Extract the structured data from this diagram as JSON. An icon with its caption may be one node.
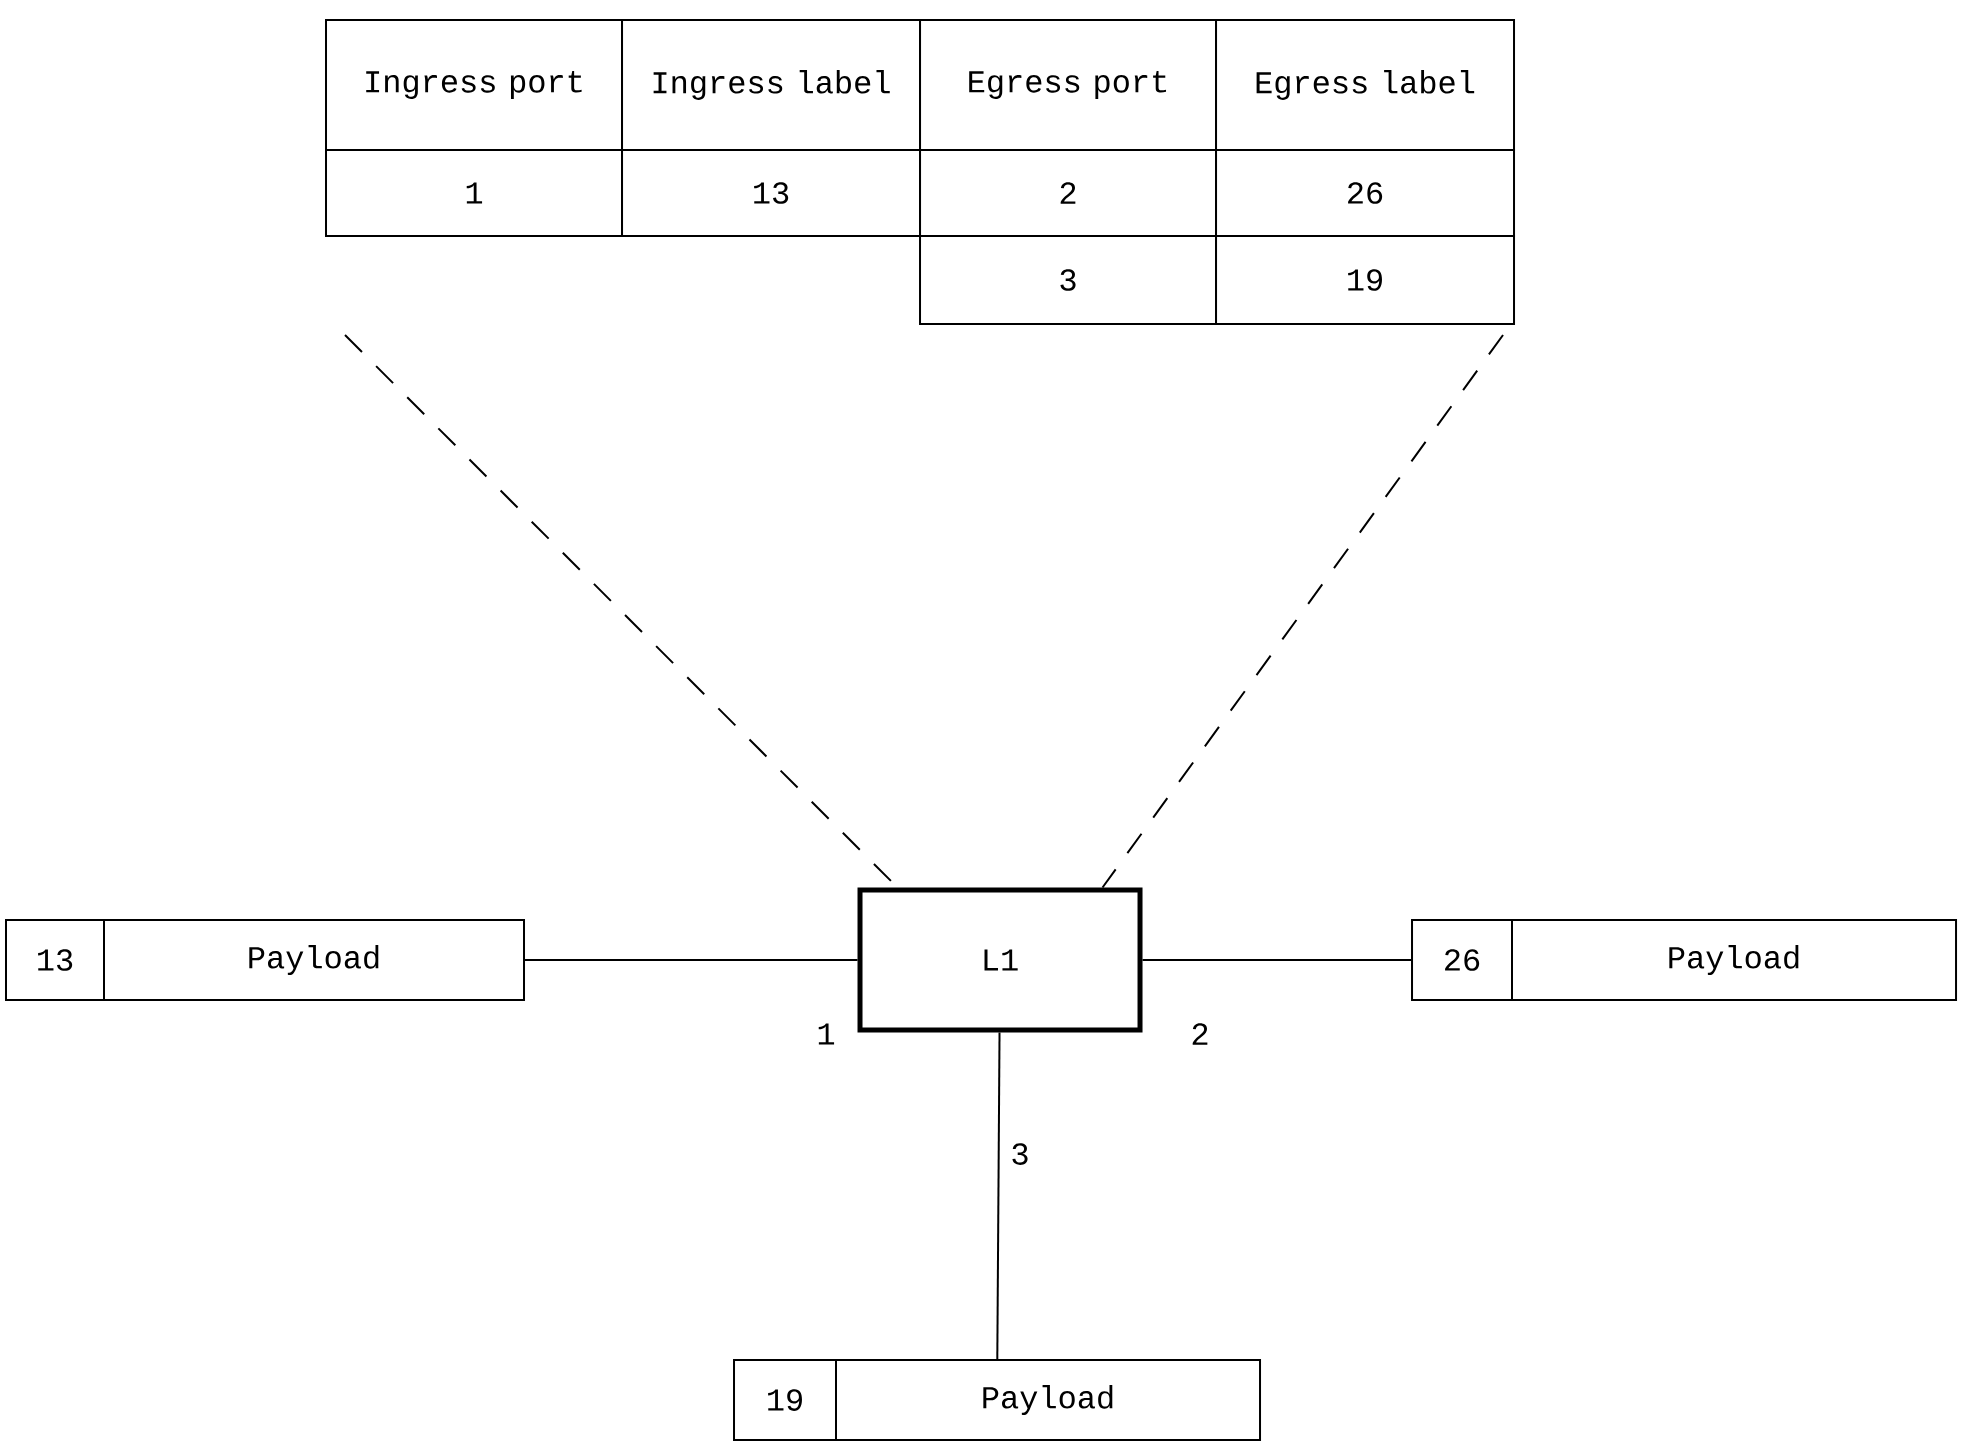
{
  "diagram": {
    "nodes": [
      {
        "text": [
          "Ingress port",
          "Ingress label",
          "Egress port",
          "Egress label",
          "1",
          "13",
          "2",
          "26",
          "3",
          "19"
        ]
      },
      {
        "text": [
          "13",
          "Payload"
        ]
      },
      {
        "text": [
          "L1"
        ]
      },
      {
        "text": [
          "26",
          "Payload"
        ]
      },
      {
        "text": [
          "19",
          "Payload"
        ]
      }
    ],
    "edges": [
      {
        "from": 0,
        "to": 2,
        "arrow": "none",
        "style": "dashed"
      },
      {
        "from": 0,
        "to": 2,
        "arrow": "none",
        "style": "dashed"
      },
      {
        "from": 1,
        "to": 2,
        "arrow": "none",
        "label": "1"
      },
      {
        "from": 2,
        "to": 3,
        "arrow": "none",
        "label": "2"
      },
      {
        "from": 2,
        "to": 4,
        "arrow": "none",
        "label": "3"
      }
    ]
  }
}
